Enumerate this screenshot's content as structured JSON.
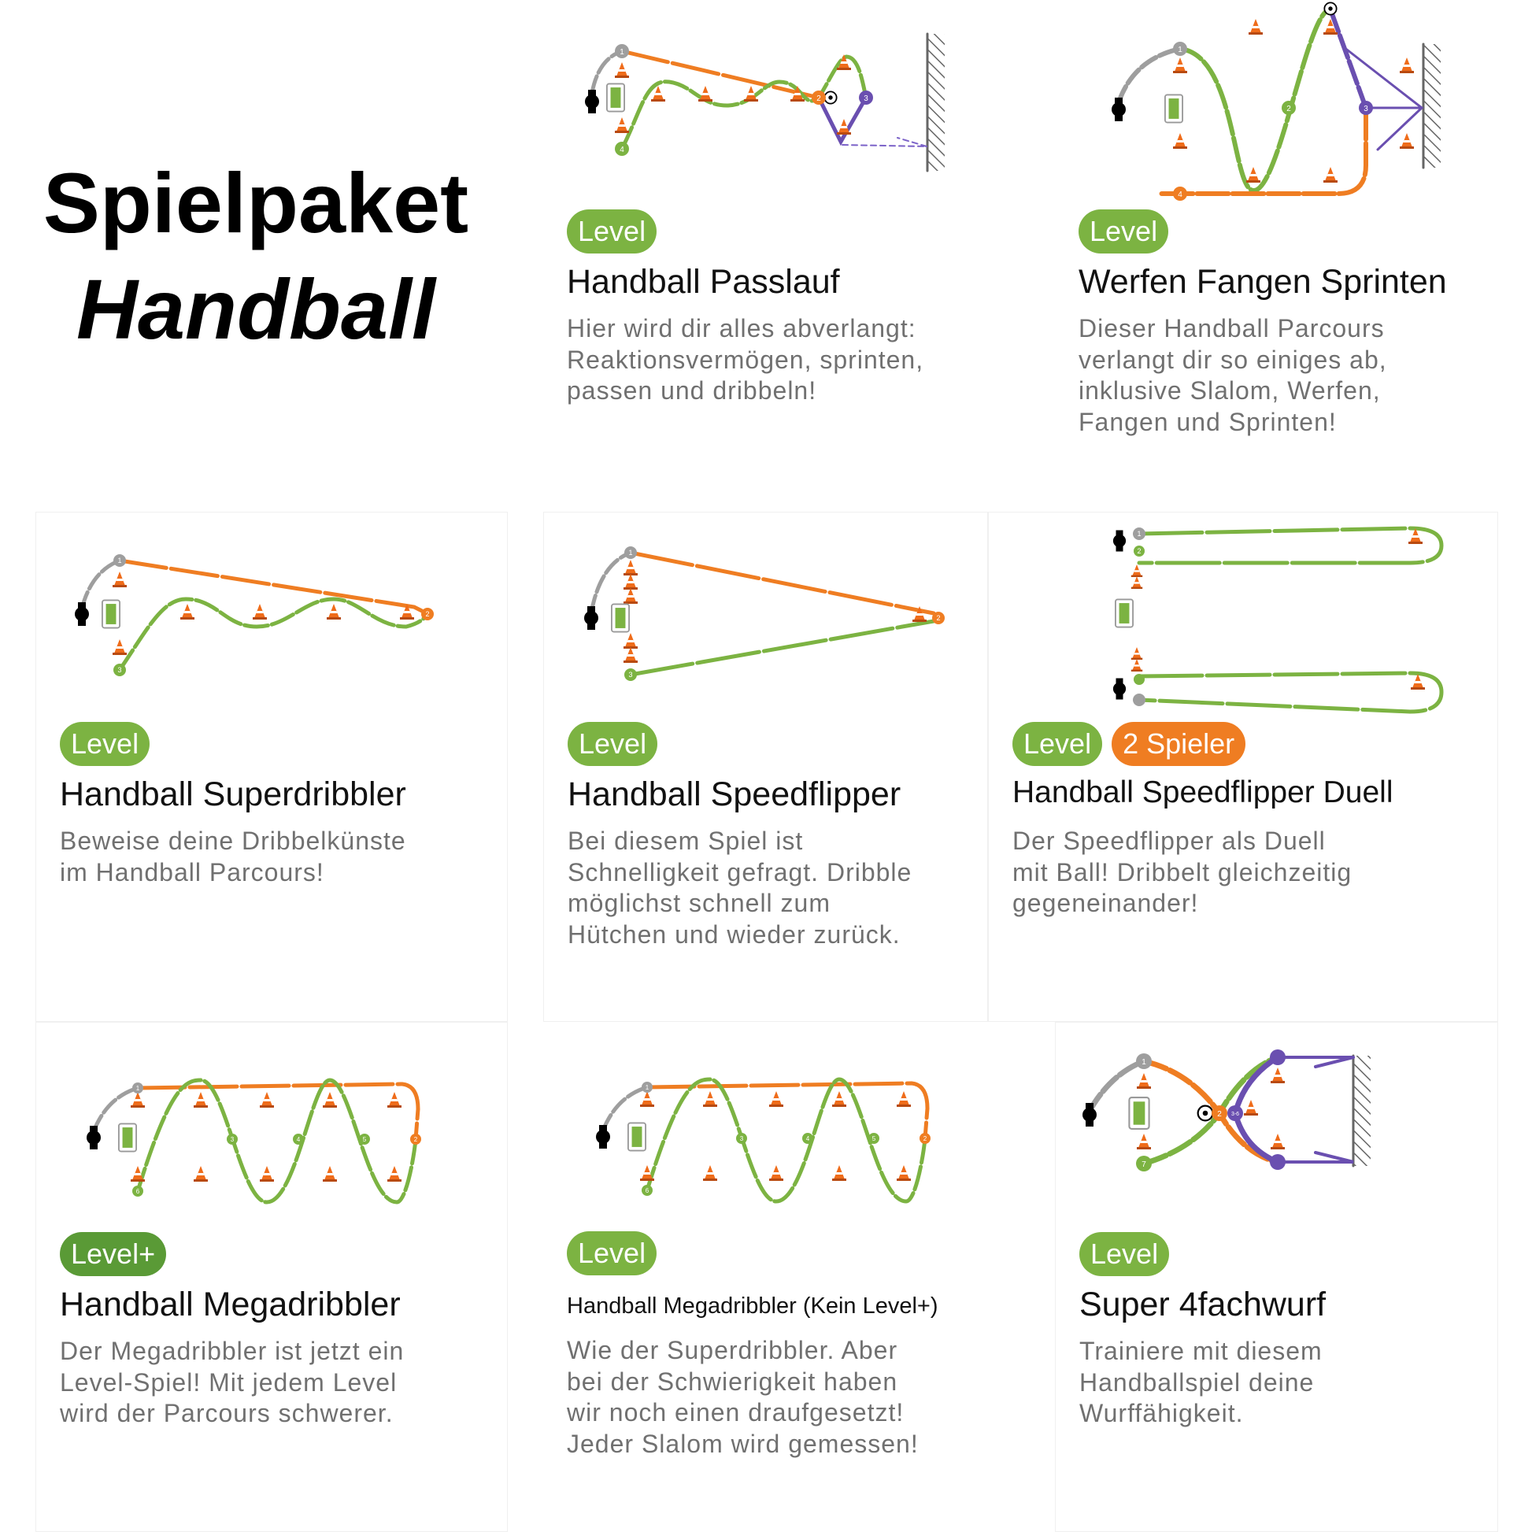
{
  "hero": {
    "line1": "Spielpaket",
    "line2": "Handball"
  },
  "colors": {
    "level": "#7cb342",
    "level_plus": "#5a9a36",
    "players": "#ef7d22",
    "orange_path": "#ef7d22",
    "green_path": "#7cb342",
    "purple_path": "#6a4fb0",
    "grey_path": "#9e9e9e"
  },
  "cards": [
    {
      "badges": [
        "Level"
      ],
      "title": "Handball Passlauf",
      "desc": [
        "Hier wird dir alles abverlangt:",
        "Reaktionsvermögen, sprinten,",
        "passen und dribbeln!"
      ],
      "nodes": [
        "1",
        "2",
        "3",
        "4"
      ]
    },
    {
      "badges": [
        "Level"
      ],
      "title": "Werfen Fangen Sprinten",
      "desc": [
        "Dieser Handball Parcours",
        "verlangt dir so einiges ab,",
        "inklusive Slalom, Werfen,",
        "Fangen und Sprinten!"
      ],
      "nodes": [
        "1",
        "2",
        "3",
        "4"
      ]
    },
    {
      "badges": [
        "Level"
      ],
      "title": "Handball Superdribbler",
      "desc": [
        "Beweise deine Dribbelkünste",
        "im Handball Parcours!"
      ],
      "nodes": [
        "1",
        "2",
        "3"
      ]
    },
    {
      "badges": [
        "Level"
      ],
      "title": "Handball Speedflipper",
      "desc": [
        "Bei diesem Spiel ist",
        "Schnelligkeit gefragt. Dribble",
        "möglichst schnell zum",
        "Hütchen und wieder zurück."
      ],
      "nodes": [
        "1",
        "2",
        "3"
      ]
    },
    {
      "badges": [
        "Level",
        "2 Spieler"
      ],
      "title": "Handball Speedflipper Duell",
      "desc": [
        "Der Speedflipper als Duell",
        "mit Ball! Dribbelt gleichzeitig",
        "gegeneinander!"
      ],
      "nodes": [
        "1",
        "2"
      ]
    },
    {
      "badges": [
        "Level+"
      ],
      "title": "Handball Megadribbler",
      "desc": [
        "Der Megadribbler ist jetzt ein",
        "Level-Spiel! Mit jedem Level",
        "wird der Parcours schwerer."
      ],
      "nodes": [
        "1",
        "2",
        "3",
        "4",
        "5",
        "6"
      ]
    },
    {
      "badges": [
        "Level"
      ],
      "title": "Handball Megadribbler (Kein Level+)",
      "desc": [
        "Wie der Superdribbler. Aber",
        "bei der Schwierigkeit haben",
        "wir noch einen draufgesetzt!",
        "Jeder Slalom wird gemessen!"
      ],
      "nodes": [
        "1",
        "2",
        "3",
        "4",
        "5",
        "6"
      ]
    },
    {
      "badges": [
        "Level"
      ],
      "title": "Super 4fachwurf",
      "desc": [
        "Trainiere mit diesem",
        "Handballspiel deine",
        "Wurffähigkeit."
      ],
      "nodes": [
        "1",
        "2",
        "3-6",
        "7"
      ]
    }
  ]
}
